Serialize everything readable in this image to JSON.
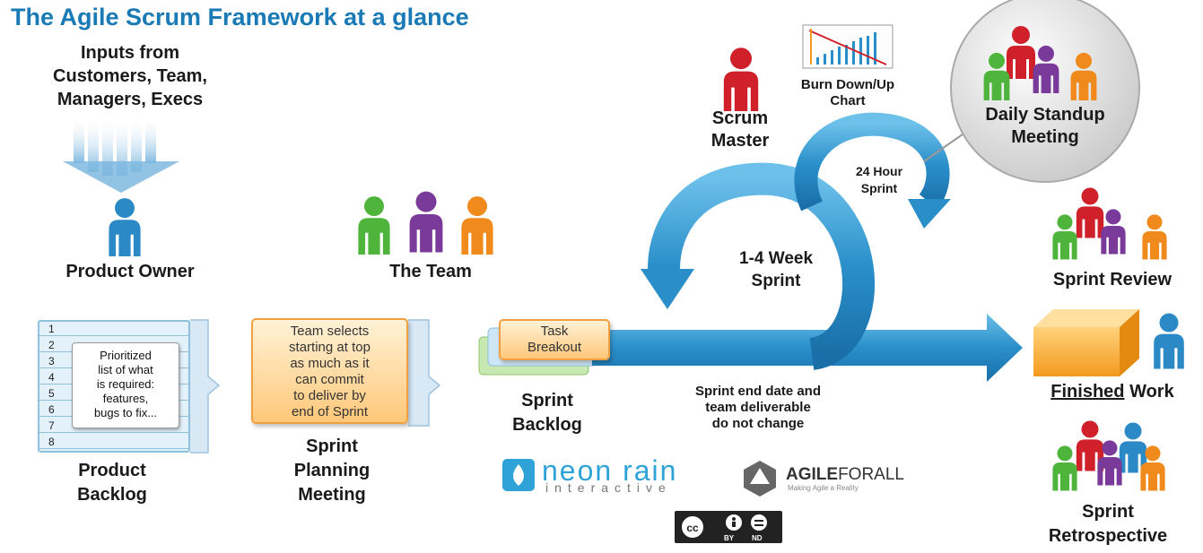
{
  "title": "The Agile Scrum Framework at a glance",
  "inputs": {
    "line1": "Inputs from",
    "line2": "Customers, Team,",
    "line3": "Managers, Execs"
  },
  "product_owner": "Product Owner",
  "the_team": "The Team",
  "product_backlog": {
    "rows": [
      "1",
      "2",
      "3",
      "4",
      "5",
      "6",
      "7",
      "8"
    ],
    "note": [
      "Prioritized",
      "list of what",
      "is required:",
      "features,",
      "bugs to fix..."
    ],
    "label": [
      "Product",
      "Backlog"
    ]
  },
  "sprint_planning": {
    "card": [
      "Team selects",
      "starting at top",
      "as much as it",
      "can commit",
      "to deliver by",
      "end of Sprint"
    ],
    "label": [
      "Sprint",
      "Planning",
      "Meeting"
    ]
  },
  "sprint_backlog": {
    "card": [
      "Task",
      "Breakout"
    ],
    "label": [
      "Sprint",
      "Backlog"
    ]
  },
  "scrum_master": [
    "Scrum",
    "Master"
  ],
  "burn_chart": [
    "Burn Down/Up",
    "Chart"
  ],
  "week_sprint": [
    "1-4 Week",
    "Sprint"
  ],
  "hour_sprint": [
    "24 Hour",
    "Sprint"
  ],
  "no_change": [
    "Sprint end date and",
    "team deliverable",
    "do not change"
  ],
  "daily_standup": [
    "Daily Standup",
    "Meeting"
  ],
  "sprint_review": "Sprint Review",
  "finished_work": {
    "underlined": "Finished",
    "rest": " Work"
  },
  "sprint_retro": [
    "Sprint",
    "Retrospective"
  ],
  "logos": {
    "neon_rain_1": "neon rain",
    "neon_rain_2": "interactive",
    "agile_bold": "AGILE",
    "agile_rest": "FORALL",
    "agile_tagline": "Making Agile a Reality",
    "cc_by": "BY",
    "cc_nd": "ND"
  },
  "colors": {
    "title_blue": "#1a7ab5",
    "arrow_blue": "#2a8fc9",
    "person_red": "#d0202a",
    "person_green": "#4fb43c",
    "person_purple": "#7a3a9a",
    "person_orange": "#f08a1c",
    "person_blue": "#2b8ac6",
    "card_orange": "#ffc87a",
    "backlog_blue": "#e3f1fb"
  }
}
